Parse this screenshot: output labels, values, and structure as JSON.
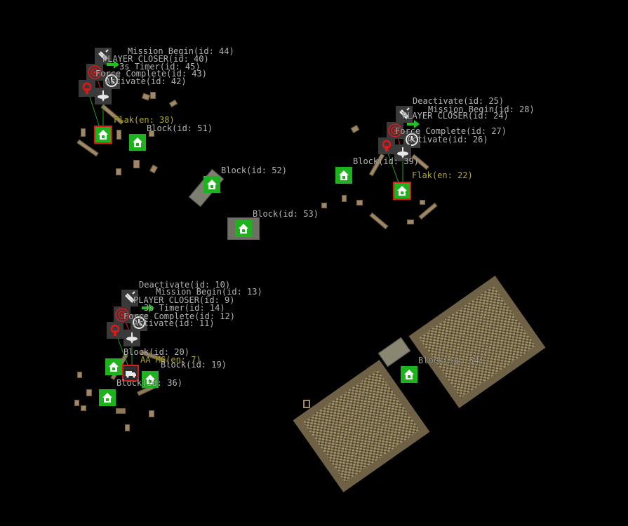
{
  "view": {
    "background": "#000000",
    "kind": "mission-editor-top-down-map"
  },
  "colors": {
    "label": "#b4b4b4",
    "enemy_label": "#b0aa2a",
    "house_icon_bg": "#1fb21f",
    "selection": "#e01818",
    "link_green": "#1fa01f",
    "link_red": "#e01818"
  },
  "clusters": [
    {
      "name": "north-west",
      "logic_labels": [
        "Mission Begin(id: 44)",
        "PLAYER CLOSER(id: 40)",
        "3s Timer(id: 45)",
        "Force Complete(id: 43)",
        "Activate(id: 42)"
      ],
      "enemy_label": "Flak(en: 38)",
      "block_labels": [
        "Block(id: 51)"
      ]
    },
    {
      "name": "east",
      "logic_labels": [
        "Deactivate(id: 25)",
        "Mission Begin(id: 28)",
        "PLAYER CLOSER(id: 24)",
        "Force Complete(id: 27)",
        "Activate(id: 26)"
      ],
      "enemy_label": "Flak(en: 22)",
      "block_labels": [
        "Block(id: 39)"
      ]
    },
    {
      "name": "south-west",
      "logic_labels": [
        "Deactivate(id: 10)",
        "Mission Begin(id: 13)",
        "PLAYER CLOSER(id: 9)",
        "3s Timer(id: 14)",
        "Force Complete(id: 12)",
        "Activate(id: 11)"
      ],
      "enemy_label": "AA MG(en: 7)",
      "block_labels": [
        "Block(id: 20)",
        "Block(id: 19)",
        "Block(id: 36)"
      ]
    }
  ],
  "standalone_blocks": [
    "Block(id: 52)",
    "Block(id: 53)",
    "Block(id: 54)"
  ],
  "icons": {
    "logic_mission_begin": "satellite-icon",
    "logic_player_closer": "proximity-icon",
    "logic_timer": "clock-icon",
    "logic_activate": "lightbulb-icon",
    "logic_deactivate": "arrow-right-icon",
    "logic_force_complete": "target-icon",
    "block": "house-icon",
    "vehicle": "truck-icon"
  }
}
